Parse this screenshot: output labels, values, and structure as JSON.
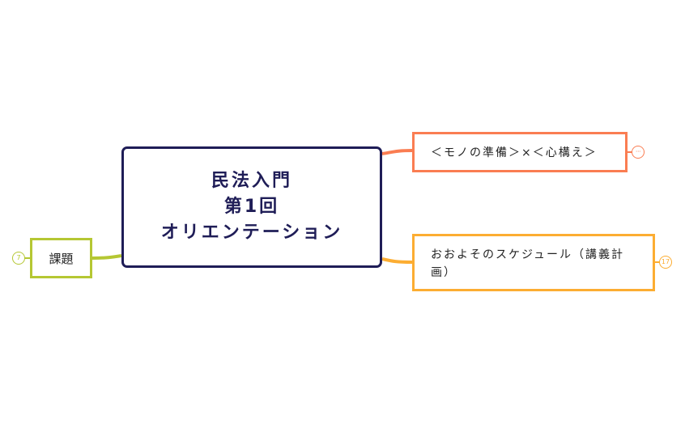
{
  "mindmap": {
    "central": {
      "lines": [
        "民法入門",
        "第1回",
        "オリエンテーション"
      ],
      "border_color": "#1f1d57"
    },
    "branches": [
      {
        "id": "prep",
        "label": "＜モノの準備＞×＜心構え＞",
        "color": "#fa7d52",
        "side": "right",
        "collapsed_badge": "···"
      },
      {
        "id": "schedule",
        "label": "おおよそのスケジュール（講義計画）",
        "color": "#fcad32",
        "side": "right",
        "collapsed_badge": "17"
      },
      {
        "id": "assignment",
        "label": "課題",
        "color": "#b5c733",
        "side": "left",
        "collapsed_badge": "7"
      }
    ]
  }
}
